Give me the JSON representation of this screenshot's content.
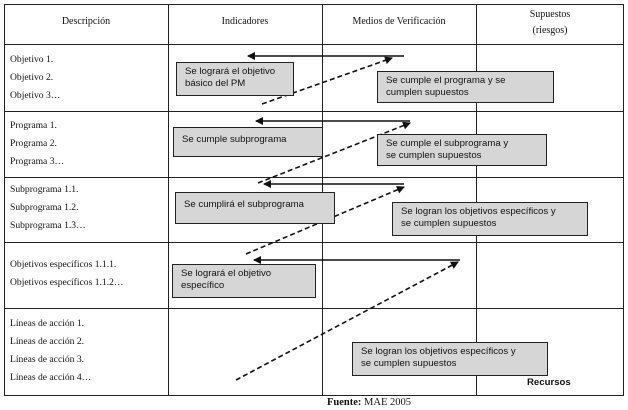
{
  "headers": {
    "col1": "Descripción",
    "col2": "Indicadores",
    "col3": "Medios de Verificación",
    "col4_line1": "Supuestos",
    "col4_line2": "(riesgos)"
  },
  "rows": [
    {
      "items": [
        "Objetivo 1.",
        "Objetivo 2.",
        "Objetivo 3…"
      ]
    },
    {
      "items": [
        "Programa 1.",
        "Programa 2.",
        "Programa 3…"
      ]
    },
    {
      "items": [
        "Subprograma 1.1.",
        "Subprograma 1.2.",
        "Subprograma 1.3…"
      ]
    },
    {
      "items": [
        "Objetivos específicos 1.1.1.",
        "Objetivos específicos 1.1.2…"
      ]
    },
    {
      "items": [
        "Líneas de acción 1.",
        "Líneas de acción 2.",
        "Líneas de acción 3.",
        "Líneas de acción 4…"
      ]
    }
  ],
  "boxes": {
    "b1_l1": "Se logrará el objetivo",
    "b1_l2": "básico del PM",
    "b2_l1": "Se cumple el programa y se",
    "b2_l2": "cumplen supuestos",
    "b3_l1": "Se cumple subprograma",
    "b4_l1": "Se cumple el subprograma y",
    "b4_l2": "se cumplen supuestos",
    "b5_l1": "Se cumplirá el subprograma",
    "b6_l1": "Se logran los objetivos específicos y",
    "b6_l2": "se cumplen supuestos",
    "b7_l1": "Se logrará el objetivo",
    "b7_l2": "específico",
    "b8_l1": "Se logran los objetivos específicos y",
    "b8_l2": "se cumplen supuestos"
  },
  "recursos": "Recursos",
  "caption": {
    "label": "Fuente:",
    "text": "MAE 2005"
  }
}
